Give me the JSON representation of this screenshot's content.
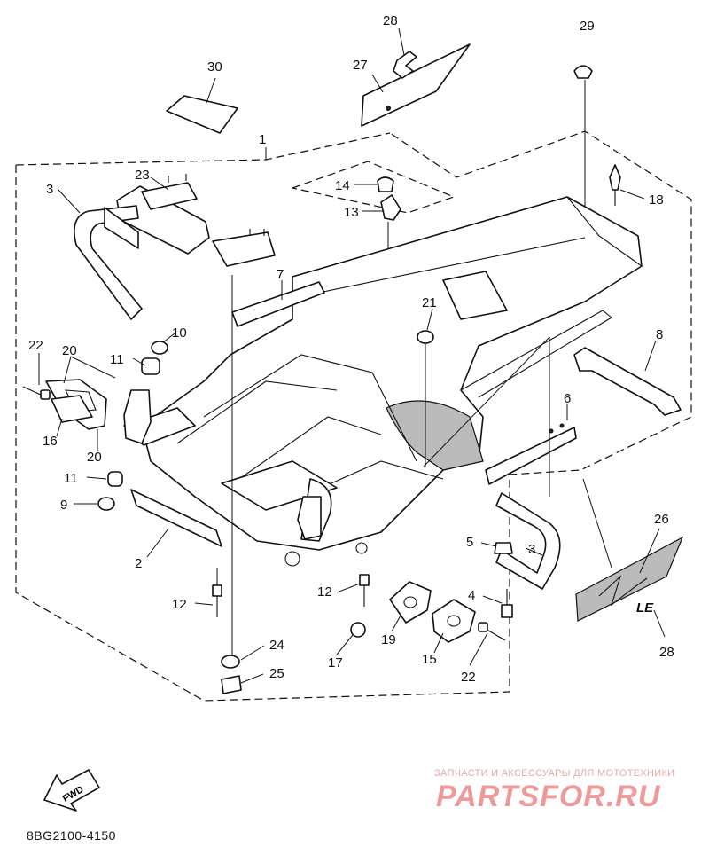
{
  "diagram": {
    "callouts": [
      "1",
      "2",
      "3",
      "3",
      "4",
      "5",
      "6",
      "7",
      "8",
      "9",
      "10",
      "11",
      "11",
      "12",
      "12",
      "13",
      "14",
      "15",
      "16",
      "17",
      "18",
      "19",
      "20",
      "20",
      "21",
      "22",
      "22",
      "23",
      "24",
      "25",
      "26",
      "27",
      "28",
      "28",
      "29",
      "30"
    ],
    "decal_text": "LE",
    "fwd_label": "FWD",
    "part_code": "8BG2100-4150"
  },
  "watermark": {
    "tagline": "ЗАПЧАСТИ И АКСЕССУАРЫ ДЛЯ МОТОТЕХНИКИ",
    "brand": "PARTSFOR.RU"
  }
}
